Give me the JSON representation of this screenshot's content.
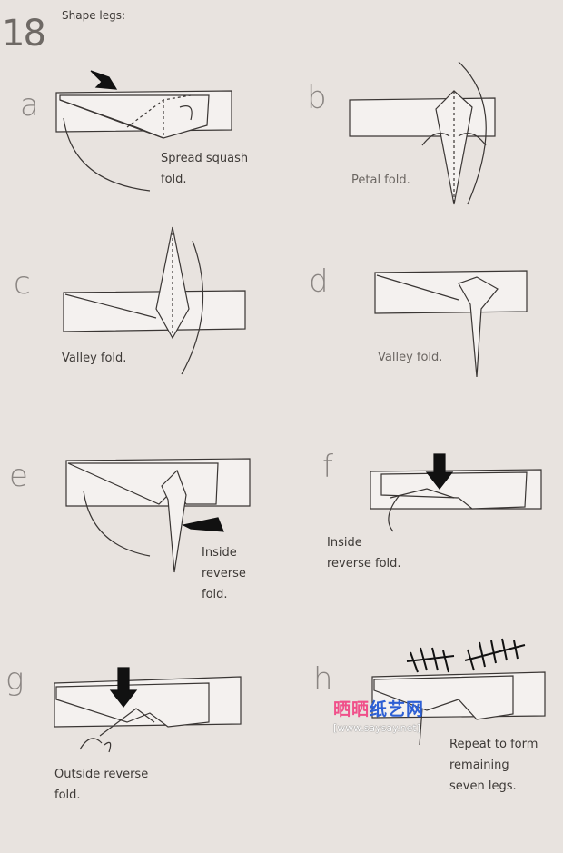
{
  "step": {
    "number": "18",
    "title": "Shape legs:"
  },
  "panels": [
    {
      "letter": "a",
      "caption": [
        "Spread squash",
        "fold."
      ]
    },
    {
      "letter": "b",
      "caption": [
        "Petal fold."
      ]
    },
    {
      "letter": "c",
      "caption": [
        "Valley fold."
      ]
    },
    {
      "letter": "d",
      "caption": [
        "Valley fold."
      ]
    },
    {
      "letter": "e",
      "caption": [
        "Inside",
        "reverse",
        "fold."
      ]
    },
    {
      "letter": "f",
      "caption": [
        "Inside",
        "reverse fold."
      ]
    },
    {
      "letter": "g",
      "caption": [
        "Outside reverse",
        "fold."
      ]
    },
    {
      "letter": "h",
      "caption": [
        "Repeat to form",
        "remaining",
        "seven legs."
      ]
    }
  ],
  "watermark": {
    "brand_pink": "晒晒",
    "brand_blue": "纸艺网",
    "url": "[www.saysay.net]"
  },
  "colors": {
    "paper": "#e8e3df",
    "ink": "#3a3634",
    "fill": "#f4f1ef"
  }
}
